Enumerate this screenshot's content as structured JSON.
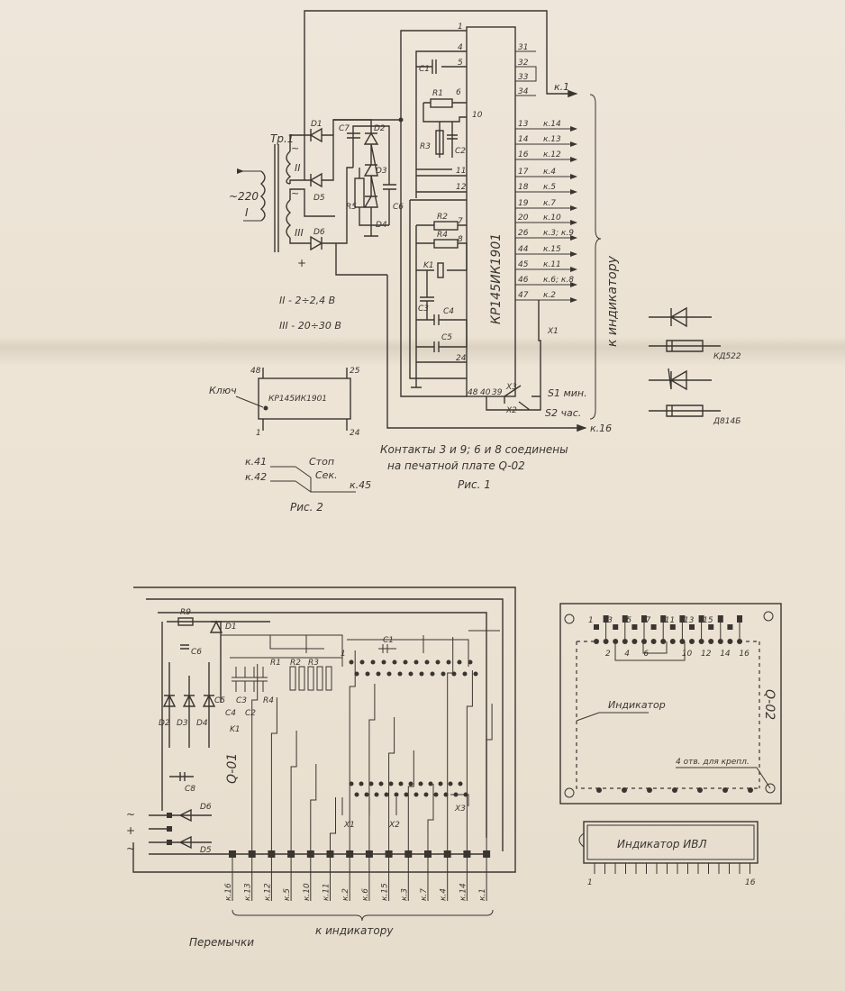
{
  "fig1": {
    "chip_label": "КР145ИК1901",
    "transformer": "Тр.1",
    "mains": "~220",
    "winding_1": "I",
    "winding_2": "II",
    "winding_3": "III",
    "tilde": "~",
    "plus": "+",
    "components": [
      "D1",
      "D5",
      "D6",
      "D2",
      "D3",
      "D4",
      "C7",
      "C6",
      "R5",
      "C1",
      "R1",
      "R3",
      "C2",
      "R2",
      "R4",
      "K1",
      "C3",
      "C4",
      "C5",
      "X1",
      "X2",
      "X3"
    ],
    "left_pins": [
      "1",
      "4",
      "5",
      "6",
      "10",
      "11",
      "12",
      "7",
      "8",
      "24"
    ],
    "bottom_pins": [
      "48",
      "40",
      "39"
    ],
    "right_pins": [
      "31",
      "32",
      "33",
      "34"
    ],
    "outputs": [
      {
        "pin": "13",
        "label": "к.14"
      },
      {
        "pin": "14",
        "label": "к.13"
      },
      {
        "pin": "16",
        "label": "к.12"
      },
      {
        "pin": "17",
        "label": "к.4"
      },
      {
        "pin": "18",
        "label": "к.5"
      },
      {
        "pin": "19",
        "label": "к.7"
      },
      {
        "pin": "20",
        "label": "к.10"
      },
      {
        "pin": "26",
        "label": "к.3; к.9"
      },
      {
        "pin": "44",
        "label": "к.15"
      },
      {
        "pin": "45",
        "label": "к.11"
      },
      {
        "pin": "46",
        "label": "к.6; к.8"
      },
      {
        "pin": "47",
        "label": "к.2"
      }
    ],
    "k1_label": "к.1",
    "k16_label": "к.16",
    "to_indicator": "к индикатору",
    "s1": "S1 мин.",
    "s2": "S2 час.",
    "winding_2_note": "II - 2÷2,4 В",
    "winding_3_note": "III - 20÷30 В",
    "note_line1": "Контакты 3 и 9; 6 и 8 соединены",
    "note_line2": "на печатной плате Q-02",
    "caption": "Рис. 1"
  },
  "fig2": {
    "key": "Ключ",
    "chip": "КР145ИК1901",
    "pins": [
      "48",
      "25",
      "1",
      "24"
    ],
    "k41": "к.41",
    "k42": "к.42",
    "stop": "Стоп",
    "sec": "Сек.",
    "k45": "к.45",
    "caption": "Рис. 2"
  },
  "legend": {
    "diode1": "КД522",
    "diode2": "Д814Б"
  },
  "board1": {
    "name": "Q-01",
    "components": [
      "R9",
      "D1",
      "C6",
      "D2",
      "D3",
      "D4",
      "C8",
      "D6",
      "D5",
      "C1",
      "X1",
      "X2",
      "X3",
      "1",
      "R1",
      "R2",
      "R3",
      "R4",
      "C2",
      "C3",
      "C4",
      "C5",
      "K1"
    ],
    "power": [
      "~",
      "+",
      "~"
    ],
    "pads": [
      "к.16",
      "к.13",
      "к.12",
      "к.5",
      "к.10",
      "к.11",
      "к.2",
      "к.6",
      "к.15",
      "к.3",
      "к.7",
      "к.4",
      "к.14",
      "к.1"
    ],
    "to_indicator": "к индикатору",
    "jumpers": "Перемычки"
  },
  "board2": {
    "name": "Q-02",
    "top_pins": [
      "1",
      "3",
      "5",
      "7",
      "11",
      "13",
      "15"
    ],
    "bottom_pins": [
      "2",
      "4",
      "6",
      "10",
      "12",
      "14",
      "16"
    ],
    "indicator": "Индикатор",
    "holes": "4 отв. для крепл.",
    "display": "Индикатор ИВЛ",
    "pin_first": "1",
    "pin_last": "16"
  }
}
